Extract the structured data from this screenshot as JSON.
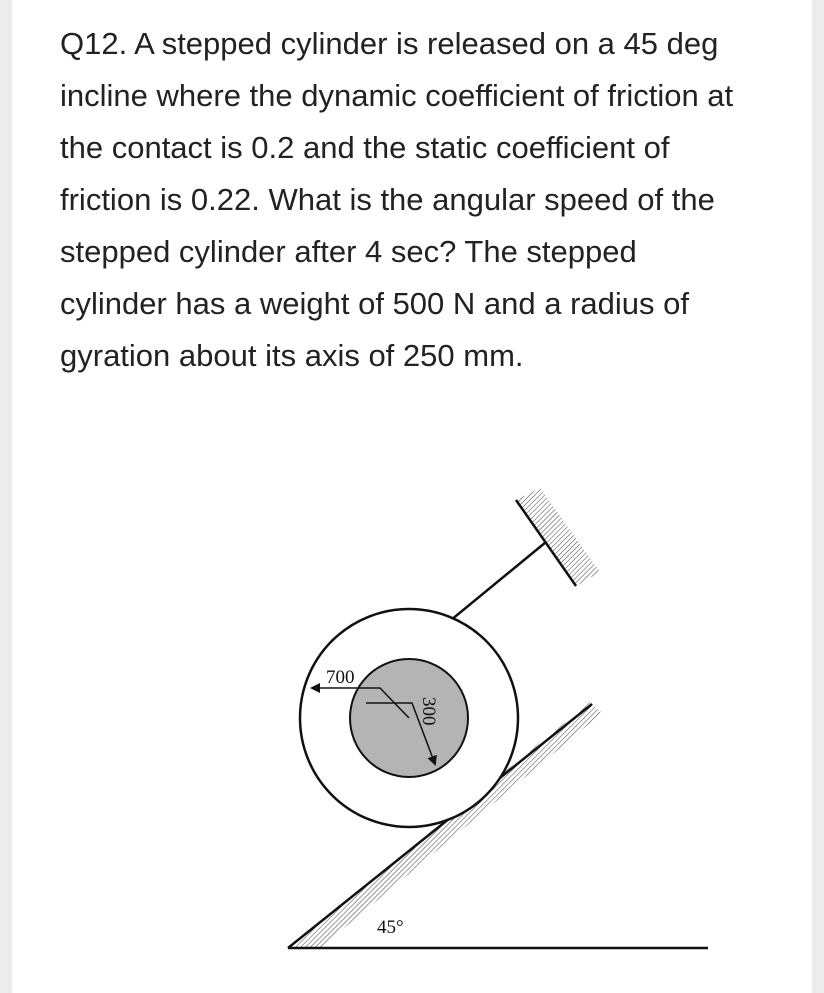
{
  "question": {
    "text": "Q12. A stepped cylinder is released on a 45 deg incline where the dynamic coefficient of friction at the contact is 0.2 and the static coefficient of friction is 0.22. What is the angular speed of the stepped cylinder after 4 sec? The stepped cylinder has a weight of 500 N and a radius of gyration about its axis of 250 mm."
  },
  "figure": {
    "outer_dimension": "700",
    "inner_dimension": "300",
    "angle_label": "45°"
  },
  "colors": {
    "inner_cylinder": "#b4b4b4",
    "line": "#111111",
    "page_background": "#ececec",
    "card": "#ffffff"
  }
}
